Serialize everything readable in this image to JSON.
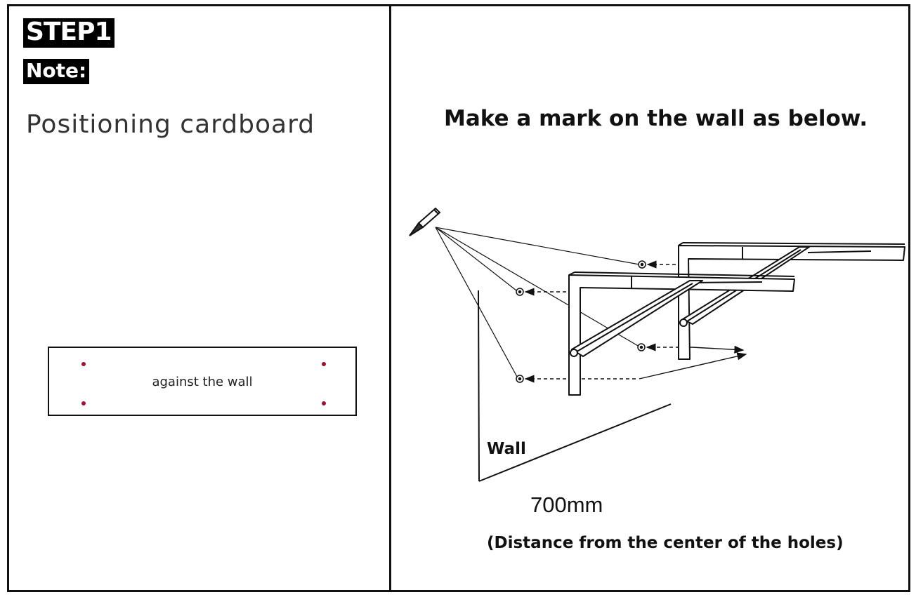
{
  "left_panel": {
    "step_label": "STEP1",
    "note_label": "Note:",
    "title": "Positioning cardboard",
    "cardboard_label": "against the wall"
  },
  "right_panel": {
    "instruction": "Make a mark on the wall as below.",
    "wall_label": "Wall",
    "distance_value": "700mm",
    "distance_caption": "(Distance from the center of the holes)"
  },
  "colors": {
    "line": "#111111",
    "marker_dot": "#a01030"
  },
  "icons": [
    "pencil-icon"
  ]
}
